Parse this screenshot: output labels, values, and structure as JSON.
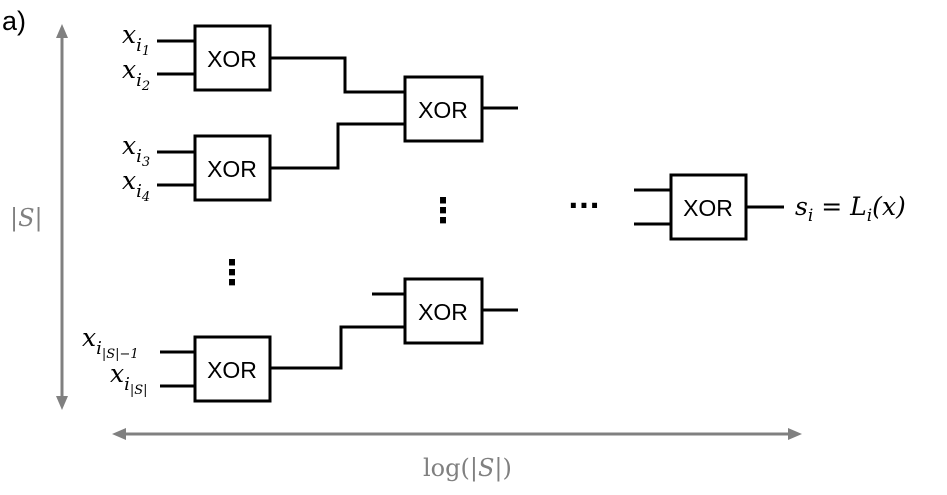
{
  "panel_label": "a)",
  "gate_label": "XOR",
  "inputs": [
    {
      "base": "x",
      "sub": "i",
      "subsub": "1"
    },
    {
      "base": "x",
      "sub": "i",
      "subsub": "2"
    },
    {
      "base": "x",
      "sub": "i",
      "subsub": "3"
    },
    {
      "base": "x",
      "sub": "i",
      "subsub": "4"
    },
    {
      "base": "x",
      "sub": "i",
      "subsub": "|S|−1"
    },
    {
      "base": "x",
      "sub": "i",
      "subsub": "|S|"
    }
  ],
  "output": {
    "lhs": "s",
    "lhs_sub": "i",
    "eq": " = ",
    "rhs": "L",
    "rhs_sub": "i",
    "paren_open": "(",
    "arg": "x",
    "paren_close": ")"
  },
  "vertical_axis": {
    "open": "|",
    "var": "S",
    "close": "|"
  },
  "horizontal_axis": {
    "func": "log(|",
    "var": "S",
    "close": "|)"
  },
  "ellipsis_vertical": "⋮",
  "ellipsis_horizontal": "···",
  "colors": {
    "axis": "#808080",
    "ink": "#000000"
  }
}
